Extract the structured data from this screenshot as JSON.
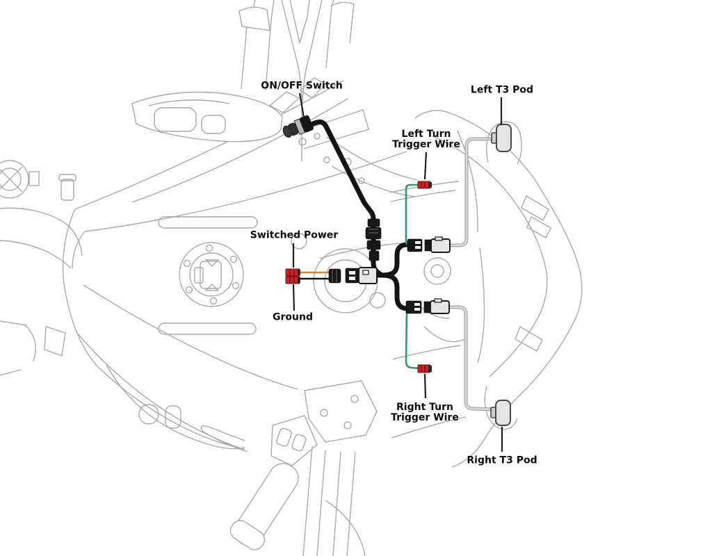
{
  "diagram": {
    "kind": "motorcycle-light-pod-wiring-diagram",
    "labels": {
      "on_off_switch": "ON/OFF Switch",
      "left_t3_pod": "Left T3 Pod",
      "left_turn_trigger": {
        "line1": "Left Turn",
        "line2": "Trigger Wire"
      },
      "switched_power": "Switched Power",
      "ground": "Ground",
      "right_turn_trigger": {
        "line1": "Right Turn",
        "line2": "Trigger Wire"
      },
      "right_t3_pod": "Right T3 Pod"
    },
    "colors": {
      "harness_black": "#141414",
      "trigger_wire_green": "#2f9968",
      "power_wire_orange": "#d4873c",
      "tap_connector_red": "#cf2127",
      "outline_gray": "#a9a9a9",
      "pod_fill_gray": "#e4e4e4",
      "pod_wire_gray": "#d8d8d8",
      "label_text": "#0b0b0b"
    }
  }
}
